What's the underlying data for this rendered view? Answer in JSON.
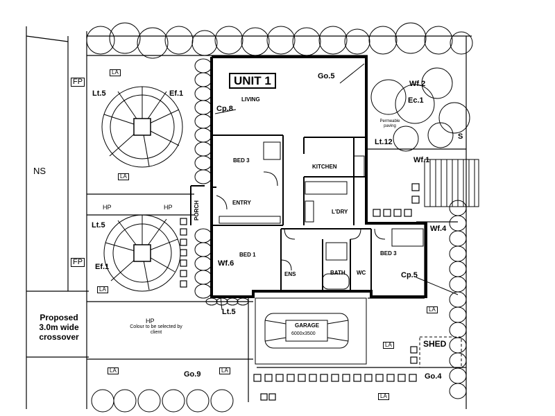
{
  "plan": {
    "unit_title": "UNIT 1",
    "rooms": {
      "living": "LIVING",
      "kitchen": "KITCHEN",
      "bed3_upper": "BED 3",
      "bed3_right": "BED 3",
      "bed1": "BED 1",
      "entry": "ENTRY",
      "porch": "PORCH",
      "laundry": "L'DRY",
      "ens": "ENS",
      "bath": "BATH",
      "wc": "WC",
      "garage": "GARAGE",
      "garage_size": "6000x3500",
      "shed": "SHED"
    },
    "zones": {
      "ns": "NS",
      "fp_top": "FP",
      "fp_mid": "FP",
      "hp_left": "HP",
      "hp_right": "HP",
      "hp_driveway": "HP",
      "hp_note": "Colour to be selected by client",
      "crossover": "Proposed 3.0m wide crossover",
      "permeable": "Permeable paving"
    },
    "plants": {
      "lt5_top": "Lt.5",
      "ef1_top": "Ef.1",
      "lt5_mid": "Lt.5",
      "ef1_mid": "Ef.1",
      "cp8": "Cp.8",
      "go5": "Go.5",
      "wf2": "Wf.2",
      "ec1": "Ec.1",
      "lt12": "Lt.12",
      "wf1": "Wf.1",
      "wf4": "Wf.4",
      "wf6": "Wf.6",
      "cp5": "Cp.5",
      "lt5_bottom": "Lt.5",
      "go9": "Go.9",
      "go4": "Go.4",
      "s_edge": "S"
    },
    "la_tag": "LA"
  }
}
